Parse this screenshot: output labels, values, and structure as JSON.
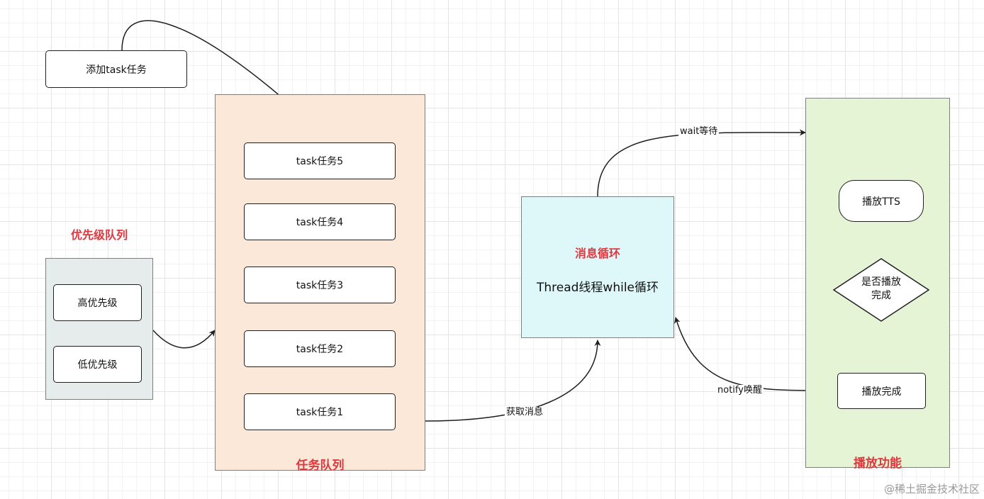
{
  "colors": {
    "queue_fill": "#fce8d8",
    "priority_fill": "#e6ebeb",
    "loop_fill": "#def7f9",
    "player_fill": "#e6f4d6",
    "title_red": "#e0383e",
    "line": "#1f1f1f"
  },
  "add_task": {
    "label": "添加task任务"
  },
  "priority": {
    "title": "优先级队列",
    "high": "高优先级",
    "low": "低优先级"
  },
  "task_queue": {
    "title": "任务队列",
    "tasks": [
      "task任务5",
      "task任务4",
      "task任务3",
      "task任务2",
      "task任务1"
    ]
  },
  "message_loop": {
    "title": "消息循环",
    "subtitle": "Thread线程while循环"
  },
  "player": {
    "title": "播放功能",
    "start": "播放TTS",
    "decision": "是否播放\n完成",
    "done": "播放完成"
  },
  "edges": {
    "fetch": "获取消息",
    "wait": "wait等待",
    "notify": "notify唤醒"
  },
  "watermark": "@稀土掘金技术社区"
}
